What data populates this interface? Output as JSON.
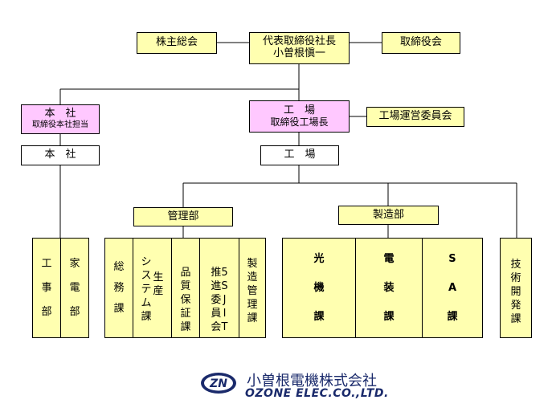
{
  "top": {
    "shareholders": "株主総会",
    "president_title": "代表取締役社長",
    "president_name": "小曽根愼一",
    "board": "取締役会"
  },
  "head_office": {
    "title": "本　社",
    "subtitle": "取締役本社担当",
    "unit": "本　社",
    "departments": [
      {
        "chars": [
          "工",
          "事",
          "部"
        ]
      },
      {
        "chars": [
          "家",
          "電",
          "部"
        ]
      }
    ]
  },
  "factory": {
    "title": "工　場",
    "subtitle": "取締役工場長",
    "committee": "工場運営委員会",
    "unit": "工　場",
    "management": {
      "label": "管理部",
      "sections": [
        {
          "cols": [
            [
              "総",
              "務",
              "課"
            ]
          ]
        },
        {
          "cols": [
            [
              "シ",
              "ス",
              "テ",
              "ム",
              "課"
            ],
            [
              "生",
              "産"
            ]
          ]
        },
        {
          "cols": [
            [
              "保",
              "証",
              "課"
            ],
            [
              "品",
              "質"
            ]
          ]
        },
        {
          "cols": [
            [
              "委",
              "員",
              "会"
            ],
            [
              "進",
              "S",
              "J",
              "I",
              "T"
            ],
            [
              "推",
              "5"
            ]
          ]
        },
        {
          "cols": [
            [
              "製",
              "造",
              "管",
              "理",
              "課"
            ]
          ]
        }
      ]
    },
    "manufacturing": {
      "label": "製造部",
      "sections": [
        {
          "chars": [
            "光",
            "機",
            "課"
          ]
        },
        {
          "chars": [
            "電",
            "装",
            "課"
          ]
        },
        {
          "chars": [
            "S",
            "A",
            "課"
          ]
        }
      ]
    },
    "rnd": {
      "chars": [
        "技",
        "術",
        "開",
        "発",
        "課"
      ]
    }
  },
  "company": {
    "logo_text": "ZN",
    "name_jp": "小曽根電機株式会社",
    "name_en": "OZONE ELEC.CO.,LTD."
  },
  "colors": {
    "yellow": "#ffffb0",
    "pink": "#ffc8ff",
    "navy": "#1a2a6b"
  }
}
